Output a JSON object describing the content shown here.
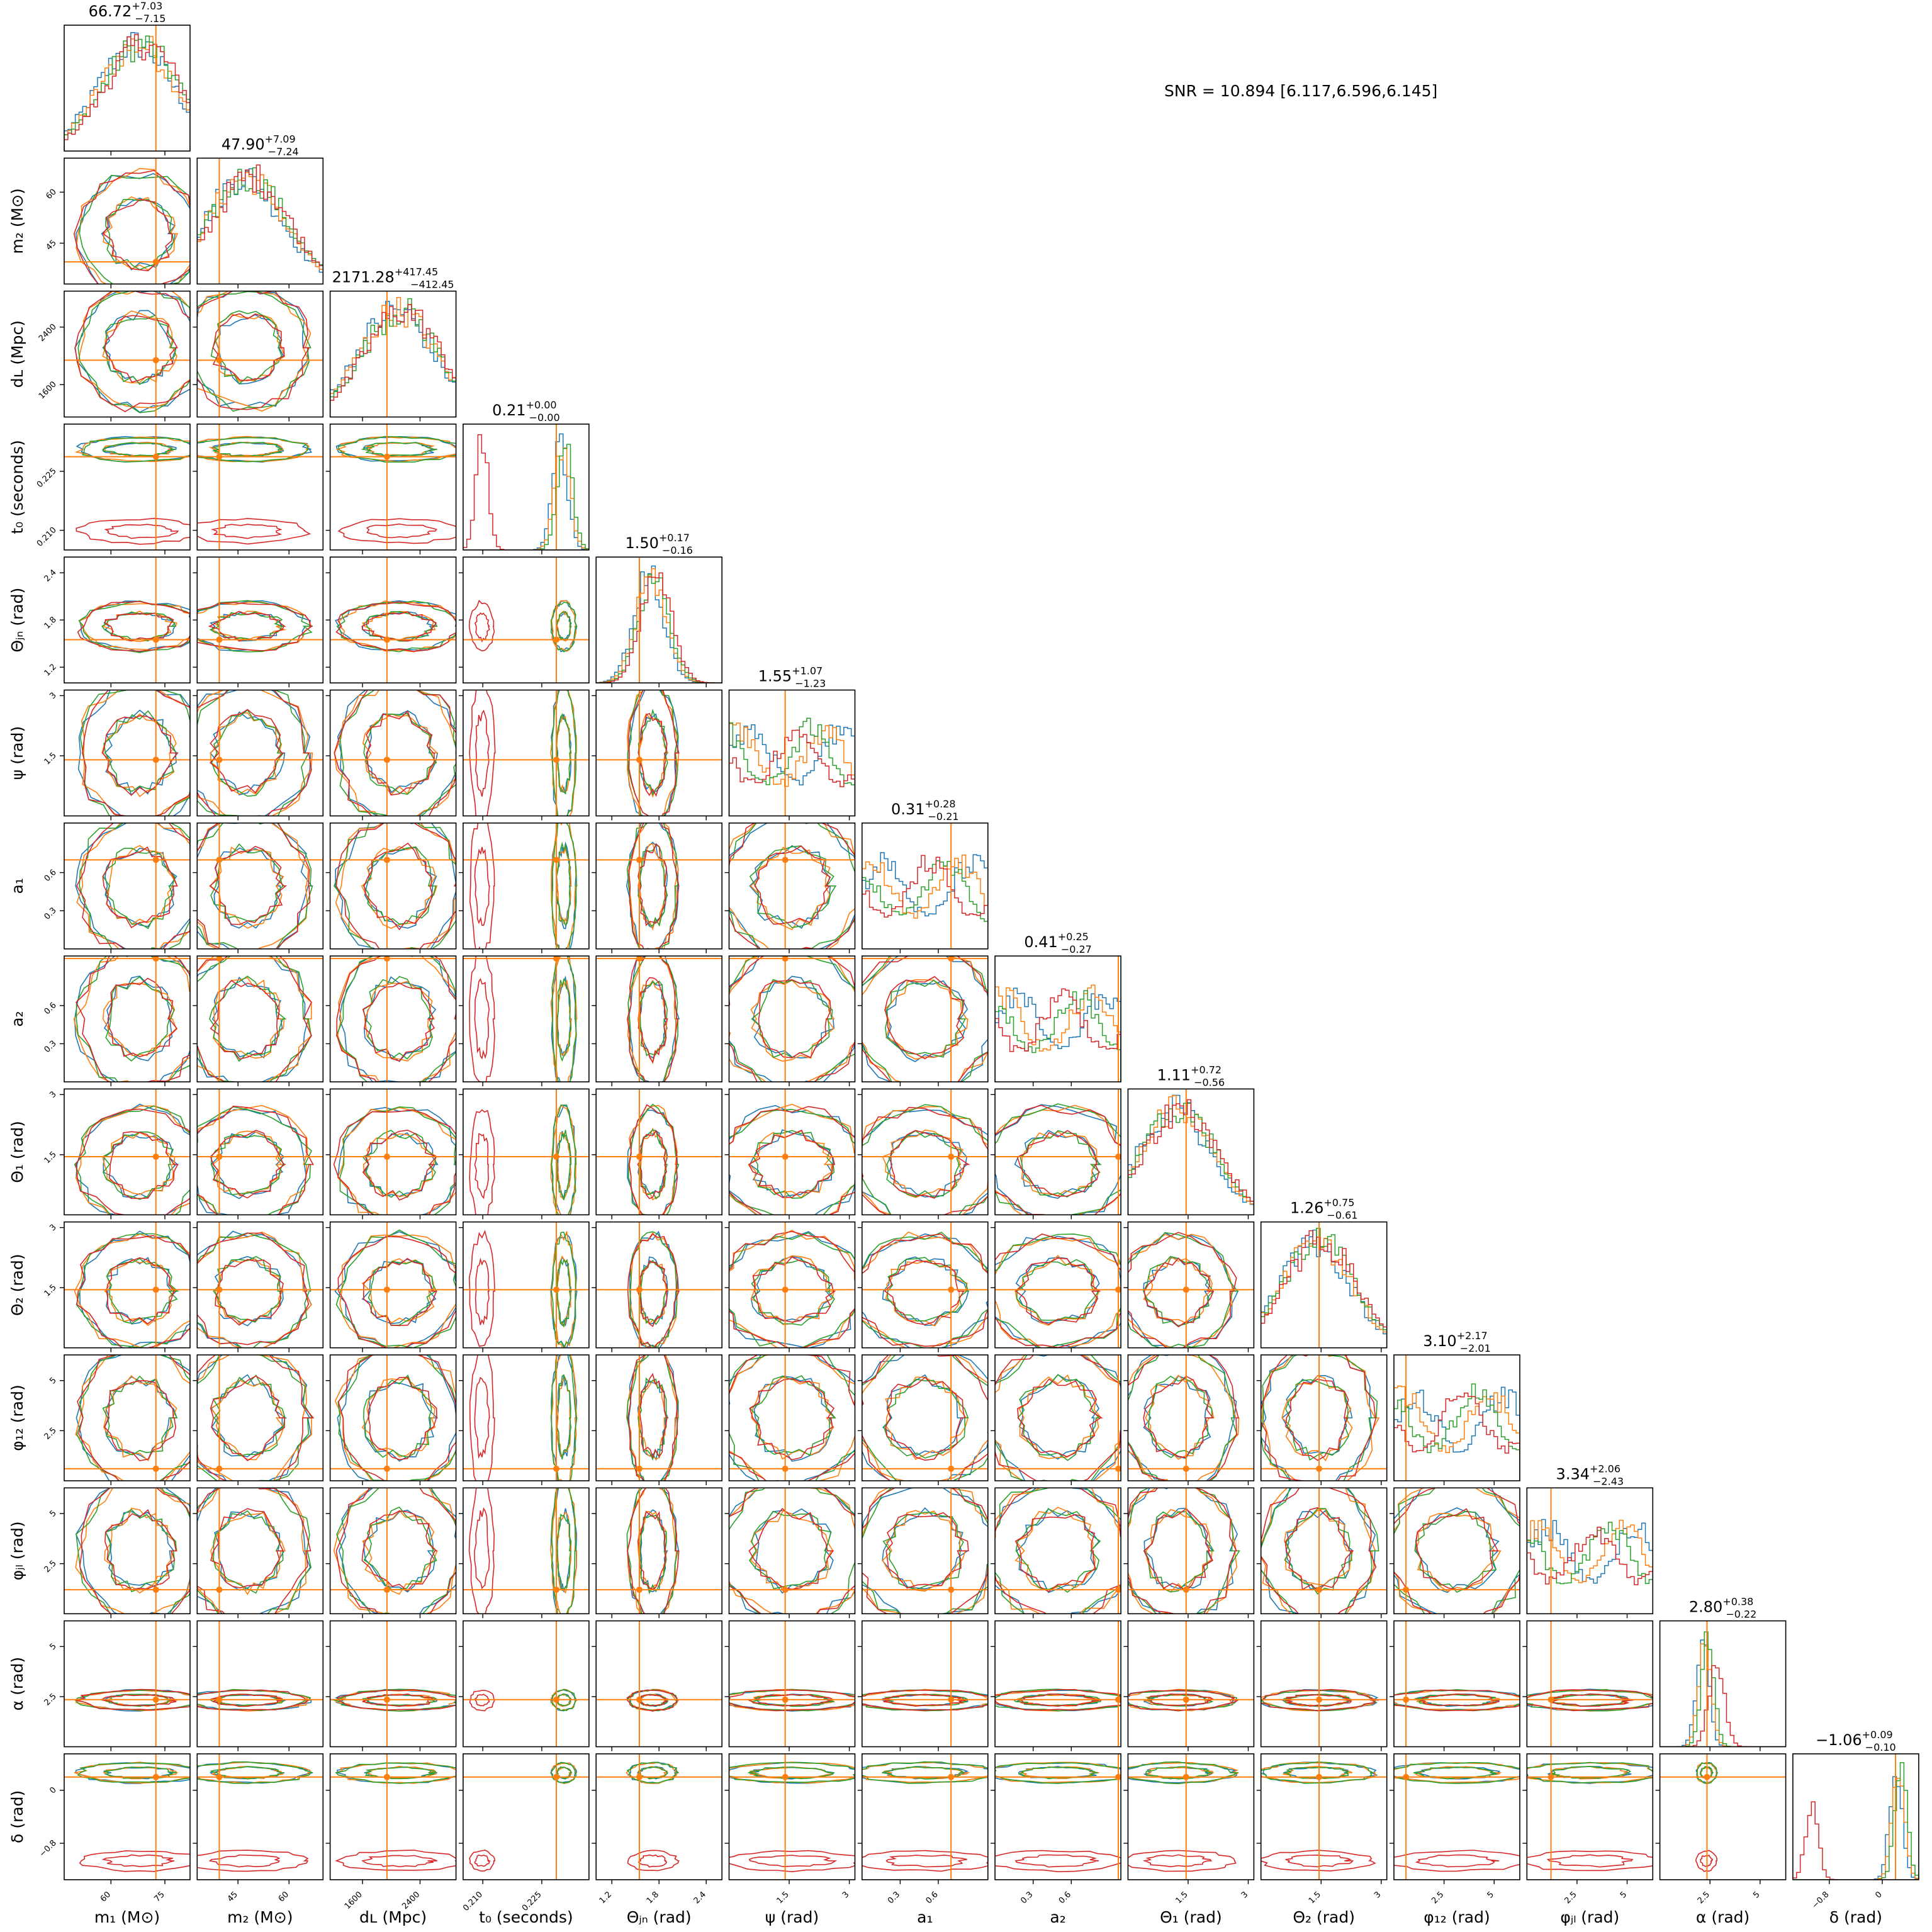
{
  "snr_text": "SNR = 10.894 [6.117,6.596,6.145]",
  "colors": {
    "series": [
      "#1f77b4",
      "#ff7f0e",
      "#2ca02c",
      "#d62728"
    ],
    "truth": "#ff7f0e",
    "frame": "#000000"
  },
  "chart_data": {
    "type": "corner",
    "title": "SNR = 10.894 [6.117,6.596,6.145]",
    "grid": false,
    "legend": "none",
    "parameters": [
      {
        "key": "m1",
        "label": "m₁ (M⊙)",
        "range": [
          47,
          82
        ],
        "ticks": [
          60,
          75
        ],
        "truth": 72.5,
        "title": {
          "median": "66.72",
          "plus": "+7.03",
          "minus": "−7.15"
        }
      },
      {
        "key": "m2",
        "label": "m₂ (M⊙)",
        "range": [
          33,
          70
        ],
        "ticks": [
          45,
          60
        ],
        "truth": 39.5,
        "title": {
          "median": "47.90",
          "plus": "+7.09",
          "minus": "−7.24"
        }
      },
      {
        "key": "dL",
        "label": "dʟ (Mpc)",
        "range": [
          1150,
          2900
        ],
        "ticks": [
          1600,
          2400
        ],
        "truth": 1940,
        "title": {
          "median": "2171.28",
          "plus": "+417.45",
          "minus": "−412.45"
        }
      },
      {
        "key": "t0",
        "label": "t₀ (seconds)",
        "range": [
          0.205,
          0.237
        ],
        "ticks": [
          0.21,
          0.225
        ],
        "ticklabels": [
          "0.210",
          "0.225"
        ],
        "truth": 0.2287,
        "title": {
          "median": "0.21",
          "plus": "+0.00",
          "minus": "−0.00"
        }
      },
      {
        "key": "thetajn",
        "label": "Θⱼₙ (rad)",
        "range": [
          1.0,
          2.6
        ],
        "ticks": [
          1.2,
          1.8,
          2.4
        ],
        "truth": 1.55,
        "title": {
          "median": "1.50",
          "plus": "+0.17",
          "minus": "−0.16"
        }
      },
      {
        "key": "psi",
        "label": "ψ (rad)",
        "range": [
          0.0,
          3.14
        ],
        "ticks": [
          1.5,
          3.0
        ],
        "truth": 1.4,
        "title": {
          "median": "1.55",
          "plus": "+1.07",
          "minus": "−1.23"
        }
      },
      {
        "key": "a1",
        "label": "a₁",
        "range": [
          0.0,
          0.99
        ],
        "ticks": [
          0.3,
          0.6
        ],
        "truth": 0.7,
        "title": {
          "median": "0.31",
          "plus": "+0.28",
          "minus": "−0.21"
        }
      },
      {
        "key": "a2",
        "label": "a₂",
        "range": [
          0.0,
          0.99
        ],
        "ticks": [
          0.3,
          0.6
        ],
        "truth": 0.97,
        "title": {
          "median": "0.41",
          "plus": "+0.25",
          "minus": "−0.27"
        }
      },
      {
        "key": "theta1",
        "label": "Θ₁ (rad)",
        "range": [
          0.0,
          3.14
        ],
        "ticks": [
          1.5,
          3.0
        ],
        "truth": 1.45,
        "title": {
          "median": "1.11",
          "plus": "+0.72",
          "minus": "−0.56"
        }
      },
      {
        "key": "theta2",
        "label": "Θ₂ (rad)",
        "range": [
          0.0,
          3.14
        ],
        "ticks": [
          1.5,
          3.0
        ],
        "truth": 1.45,
        "title": {
          "median": "1.26",
          "plus": "+0.75",
          "minus": "−0.61"
        }
      },
      {
        "key": "phi12",
        "label": "φ₁₂ (rad)",
        "range": [
          0.0,
          6.28
        ],
        "ticks": [
          2.5,
          5.0
        ],
        "truth": 0.6,
        "title": {
          "median": "3.10",
          "plus": "+2.17",
          "minus": "−2.01"
        }
      },
      {
        "key": "phijl",
        "label": "φⱼₗ (rad)",
        "range": [
          0.0,
          6.28
        ],
        "ticks": [
          2.5,
          5.0
        ],
        "truth": 1.2,
        "title": {
          "median": "3.34",
          "plus": "+2.06",
          "minus": "−2.43"
        }
      },
      {
        "key": "alpha",
        "label": "α (rad)",
        "range": [
          0.0,
          6.28
        ],
        "ticks": [
          2.5,
          5.0
        ],
        "truth": 2.35,
        "title": {
          "median": "2.80",
          "plus": "+0.38",
          "minus": "−0.22"
        }
      },
      {
        "key": "delta",
        "label": "δ (rad)",
        "range": [
          -1.35,
          0.55
        ],
        "ticks": [
          -0.8,
          0.0
        ],
        "truth": 0.2,
        "title": {
          "median": "−1.06",
          "plus": "+0.09",
          "minus": "−0.10"
        }
      }
    ]
  }
}
